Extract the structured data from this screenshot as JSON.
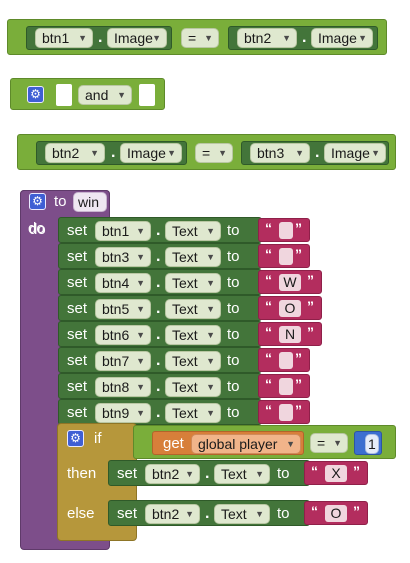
{
  "rows": [
    {
      "left": "btn1",
      "left_prop": "Image",
      "op": "=",
      "right": "btn2",
      "right_prop": "Image"
    },
    {
      "left": "btn2",
      "left_prop": "Image",
      "op": "=",
      "right": "btn3",
      "right_prop": "Image"
    }
  ],
  "and_block": {
    "op": "and"
  },
  "proc": {
    "to": "to",
    "name": "win",
    "do": "do"
  },
  "sets": [
    {
      "comp": "btn1",
      "prop": "Text",
      "value": ""
    },
    {
      "comp": "btn3",
      "prop": "Text",
      "value": ""
    },
    {
      "comp": "btn4",
      "prop": "Text",
      "value": "W"
    },
    {
      "comp": "btn5",
      "prop": "Text",
      "value": "O"
    },
    {
      "comp": "btn6",
      "prop": "Text",
      "value": "N"
    },
    {
      "comp": "btn7",
      "prop": "Text",
      "value": ""
    },
    {
      "comp": "btn8",
      "prop": "Text",
      "value": ""
    },
    {
      "comp": "btn9",
      "prop": "Text",
      "value": ""
    }
  ],
  "keywords": {
    "set": "set",
    "to": "to",
    "dot": ".",
    "open_quote": "“",
    "close_quote": "”"
  },
  "ifblock": {
    "if": "if",
    "then": "then",
    "else": "else",
    "get": "get",
    "var": "global player",
    "op": "=",
    "num": "1",
    "then_comp": "btn2",
    "then_prop": "Text",
    "then_value": "X",
    "else_comp": "btn2",
    "else_prop": "Text",
    "else_value": "O"
  },
  "colors": {
    "logic_green": "#7aae3a",
    "component_green": "#43753a",
    "text_pink": "#b32d5e",
    "procedure_purple": "#7d4e8a",
    "control_gold": "#b6973b",
    "variable_orange": "#d77f3a",
    "math_blue": "#3c6fd0"
  }
}
